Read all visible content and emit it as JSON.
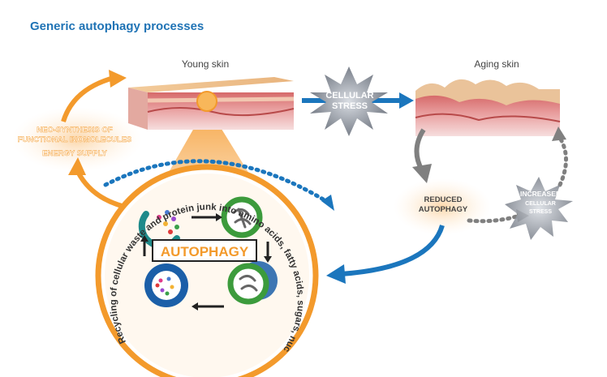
{
  "title": "Generic autophagy processes",
  "young_skin_label": "Young skin",
  "aging_skin_label": "Aging skin",
  "cellular_stress": {
    "line1": "CELLULAR",
    "line2": "STRESS"
  },
  "neo_synthesis": {
    "line1": "NEO-SYNTHESIS OF",
    "line2": "FUNCTIONAL BIOMOLECULES"
  },
  "energy_supply": "ENERGY SUPPLY",
  "reduced_autophagy": {
    "line1": "REDUCED",
    "line2": "AUTOPHAGY"
  },
  "increased_stress": {
    "line1": "INCREASED",
    "line2": "CELLULAR",
    "line3": "STRESS"
  },
  "autophagy_label": "AUTOPHAGY",
  "recycling_text": "Recycling of cellular waste and protein junk into amino acids, fatty acids, sugars, nucleotides",
  "colors": {
    "title_blue": "#1f73b5",
    "orange": "#f39a2c",
    "blue": "#1b76bd",
    "grey_arrow": "#808080",
    "green": "#3c9b3c",
    "skin_pink": "#d97a7a",
    "skin_top": "#f2c89a"
  }
}
